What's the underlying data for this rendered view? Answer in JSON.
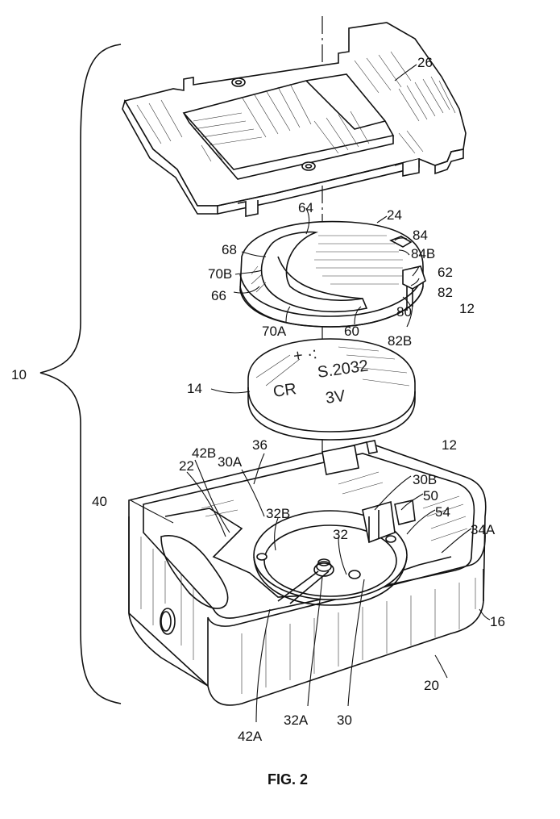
{
  "figure": {
    "caption": "FIG. 2",
    "reference_numerals": {
      "n10": "10",
      "n26": "26",
      "n24": "24",
      "n64": "64",
      "n84": "84",
      "n84B": "84B",
      "n68": "68",
      "n62": "62",
      "n70B": "70B",
      "n82": "82",
      "n66": "66",
      "n12_top": "12",
      "n80": "80",
      "n70A": "70A",
      "n60": "60",
      "n82B": "82B",
      "n14": "14",
      "n42B": "42B",
      "n36": "36",
      "n12_mid": "12",
      "n22": "22",
      "n30A": "30A",
      "n30B": "30B",
      "n40": "40",
      "n50": "50",
      "n32B": "32B",
      "n54": "54",
      "n32": "32",
      "n34A": "34A",
      "n16": "16",
      "n20": "20",
      "n42A": "42A",
      "n32A": "32A",
      "n30": "30"
    }
  }
}
